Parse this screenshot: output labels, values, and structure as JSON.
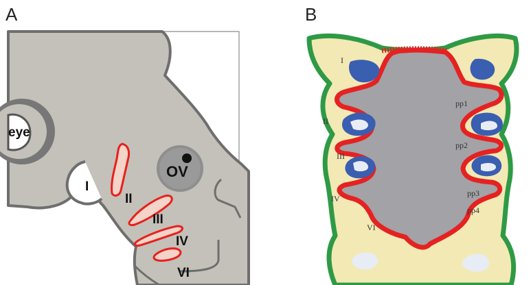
{
  "panel_a": {
    "letter": "A",
    "labels": {
      "eye": "eye",
      "ov": "OV",
      "arch_1": "I",
      "arch_2": "II",
      "arch_3": "III",
      "arch_4": "IV",
      "arch_6": "VI"
    }
  },
  "panel_b": {
    "letter": "B",
    "labels": {
      "arch_1": "I",
      "arch_2": "II",
      "arch_3": "III",
      "arch_4": "IV",
      "arch_6": "VI",
      "pp1": "pp1",
      "pp2": "pp2",
      "pp3": "pp3",
      "pp4": "pp4"
    }
  },
  "colors": {
    "tissue": "#c3c1b9",
    "outline": "#707070",
    "pouch_red": "#e8201d",
    "pouch_fill": "#f4d3c8",
    "mesenchyme": "#f3e9b5",
    "ectoderm_green": "#2f9a45",
    "endoderm_red": "#e52222",
    "pharynx_gray": "#a3a2a6",
    "artery_blue": "#3a5eb0",
    "vessel_pale": "#e8ecf5"
  }
}
